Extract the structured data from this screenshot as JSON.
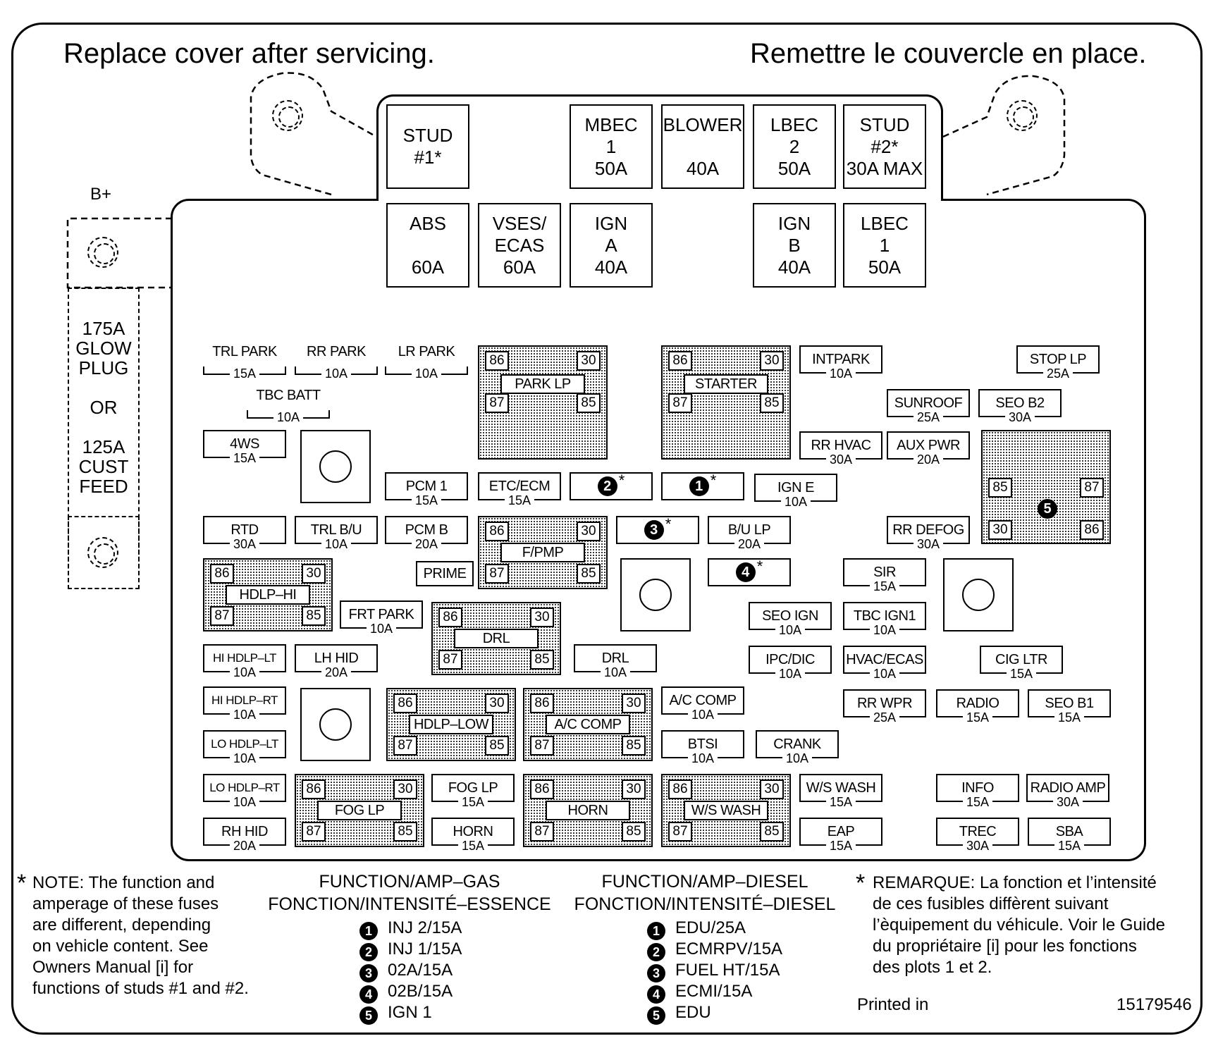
{
  "header": {
    "left": "Replace cover after servicing.",
    "right": "Remettre le couvercle en place."
  },
  "bplus": {
    "label": "B+",
    "text": "175A\nGLOW\nPLUG\n\nOR\n\n125A\nCUST\nFEED"
  },
  "mega_fuses": {
    "stud1": "STUD\n#1*",
    "mbec1": "MBEC\n1\n50A",
    "blower": "BLOWER\n\n40A",
    "lbec2": "LBEC\n2\n50A",
    "stud2": "STUD\n#2*\n30A MAX",
    "abs": "ABS\n\n60A",
    "vses": "VSES/\nECAS\n60A",
    "igna": "IGN\nA\n40A",
    "ignb": "IGN\nB\n40A",
    "lbec1": "LBEC\n1\n50A"
  },
  "fuses": {
    "trl_park": {
      "label": "TRL PARK",
      "amp": "15A"
    },
    "rr_park": {
      "label": "RR PARK",
      "amp": "10A"
    },
    "lr_park": {
      "label": "LR PARK",
      "amp": "10A"
    },
    "tbc_batt": {
      "label": "TBC BATT",
      "amp": "10A"
    },
    "ws4": {
      "label": "4WS",
      "amp": "15A"
    },
    "pcm1": {
      "label": "PCM 1",
      "amp": "15A"
    },
    "etc_ecm": {
      "label": "ETC/ECM",
      "amp": "15A"
    },
    "intpark": {
      "label": "INTPARK",
      "amp": "10A"
    },
    "stop_lp": {
      "label": "STOP LP",
      "amp": "25A"
    },
    "sunroof": {
      "label": "SUNROOF",
      "amp": "25A"
    },
    "seo_b2": {
      "label": "SEO B2",
      "amp": "30A"
    },
    "rr_hvac": {
      "label": "RR HVAC",
      "amp": "30A"
    },
    "aux_pwr": {
      "label": "AUX PWR",
      "amp": "20A"
    },
    "ign_e": {
      "label": "IGN E",
      "amp": "10A"
    },
    "rtd": {
      "label": "RTD",
      "amp": "30A"
    },
    "trl_bu": {
      "label": "TRL B/U",
      "amp": "10A"
    },
    "pcm_b": {
      "label": "PCM B",
      "amp": "20A"
    },
    "bu_lp": {
      "label": "B/U LP",
      "amp": "20A"
    },
    "rr_defog": {
      "label": "RR DEFOG",
      "amp": "30A"
    },
    "prime": {
      "label": "PRIME",
      "amp": ""
    },
    "sir": {
      "label": "SIR",
      "amp": "15A"
    },
    "frt_park": {
      "label": "FRT PARK",
      "amp": "10A"
    },
    "seo_ign": {
      "label": "SEO IGN",
      "amp": "10A"
    },
    "tbc_ign1": {
      "label": "TBC IGN1",
      "amp": "10A"
    },
    "hi_hdlp_lt": {
      "label": "HI HDLP–LT",
      "amp": "10A"
    },
    "lh_hid": {
      "label": "LH HID",
      "amp": "20A"
    },
    "drl_fuse": {
      "label": "DRL",
      "amp": "10A"
    },
    "ipc_dic": {
      "label": "IPC/DIC",
      "amp": "10A"
    },
    "hvac_ecas": {
      "label": "HVAC/ECAS",
      "amp": "10A"
    },
    "cig_ltr": {
      "label": "CIG LTR",
      "amp": "15A"
    },
    "hi_hdlp_rt": {
      "label": "HI HDLP–RT",
      "amp": "10A"
    },
    "ac_comp_fuse": {
      "label": "A/C COMP",
      "amp": "10A"
    },
    "rr_wpr": {
      "label": "RR WPR",
      "amp": "25A"
    },
    "radio": {
      "label": "RADIO",
      "amp": "15A"
    },
    "seo_b1": {
      "label": "SEO B1",
      "amp": "15A"
    },
    "lo_hdlp_lt": {
      "label": "LO HDLP–LT",
      "amp": "10A"
    },
    "btsi": {
      "label": "BTSI",
      "amp": "10A"
    },
    "crank": {
      "label": "CRANK",
      "amp": "10A"
    },
    "lo_hdlp_rt": {
      "label": "LO HDLP–RT",
      "amp": "10A"
    },
    "fog_lp_fuse": {
      "label": "FOG LP",
      "amp": "15A"
    },
    "ws_wash_fuse": {
      "label": "W/S WASH",
      "amp": "15A"
    },
    "info": {
      "label": "INFO",
      "amp": "15A"
    },
    "radio_amp": {
      "label": "RADIO AMP",
      "amp": "30A"
    },
    "rh_hid": {
      "label": "RH HID",
      "amp": "20A"
    },
    "horn_fuse": {
      "label": "HORN",
      "amp": "15A"
    },
    "eap": {
      "label": "EAP",
      "amp": "15A"
    },
    "trec": {
      "label": "TREC",
      "amp": "30A"
    },
    "sba": {
      "label": "SBA",
      "amp": "15A"
    }
  },
  "relays": {
    "park_lp": "PARK LP",
    "starter": "STARTER",
    "fpmp": "F/PMP",
    "hdlp_hi": "HDLP–HI",
    "drl": "DRL",
    "hdlp_low": "HDLP–LOW",
    "ac_comp": "A/C COMP",
    "fog_lp": "FOG LP",
    "horn": "HORN",
    "ws_wash": "W/S WASH",
    "pins": {
      "p86": "86",
      "p30": "30",
      "p87": "87",
      "p85": "85"
    }
  },
  "numbered": {
    "n1": "1",
    "n2": "2",
    "n3": "3",
    "n4": "4",
    "n5": "5",
    "star": "*"
  },
  "notes": {
    "left": "NOTE:  The function and\namperage of these fuses\nare different, depending\non vehicle content.  See\nOwners Manual [i]   for\nfunctions of studs #1 and #2.",
    "right": "REMARQUE:  La fonction et l’intensité\nde ces fusibles diffèrent suivant\nl’èquipement du véhicule. Voir le Guide\ndu propriétaire [i]  pour les fonctions\ndes plots 1 et 2.",
    "asterisk": "*"
  },
  "legend": {
    "gas_title": "FUNCTION/AMP–GAS",
    "gas_title_fr": "FONCTION/INTENSITÉ–ESSENCE",
    "gas": [
      "INJ 2/15A",
      "INJ 1/15A",
      "02A/15A",
      "02B/15A",
      "IGN 1"
    ],
    "diesel_title": "FUNCTION/AMP–DIESEL",
    "diesel_title_fr": "FONCTION/INTENSITÉ–DIESEL",
    "diesel": [
      "EDU/25A",
      "ECMRPV/15A",
      "FUEL HT/15A",
      "ECMI/15A",
      "EDU"
    ],
    "nums": [
      "1",
      "2",
      "3",
      "4",
      "5"
    ]
  },
  "footer": {
    "printed": "Printed in",
    "part": "15179546"
  }
}
